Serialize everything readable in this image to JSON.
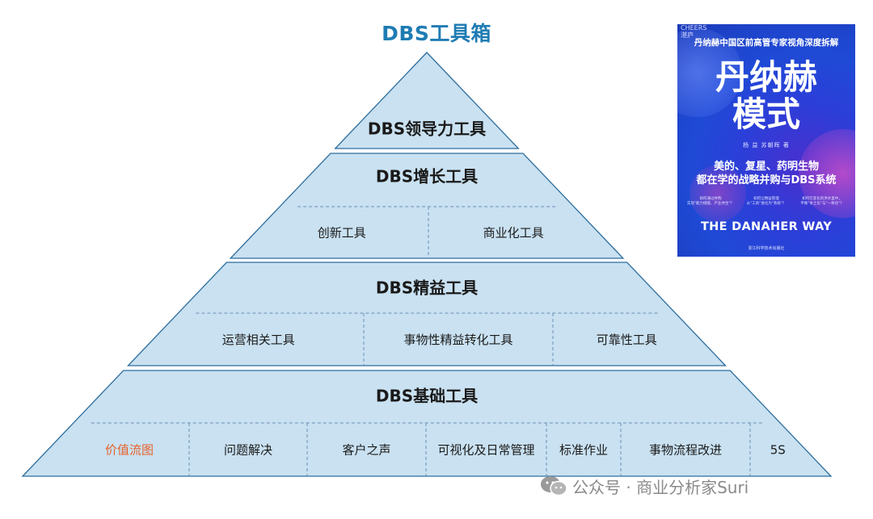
{
  "diagram": {
    "title": "DBS工具箱",
    "levels": [
      {
        "name": "DBS领导力工具",
        "items": []
      },
      {
        "name": "DBS增长工具",
        "items": [
          "创新工具",
          "商业化工具"
        ]
      },
      {
        "name": "DBS精益工具",
        "items": [
          "运营相关工具",
          "事物性精益转化工具",
          "可靠性工具"
        ]
      },
      {
        "name": "DBS基础工具",
        "items": [
          "价值流图",
          "问题解决",
          "客户之声",
          "可视化及日常管理",
          "标准作业",
          "事物流程改进",
          "5S"
        ]
      }
    ],
    "highlighted_item": "价值流图"
  },
  "colors": {
    "fill": "#c9e1f1",
    "stroke": "#2e6e9e",
    "title": "#1f7cb3",
    "text": "#1a1a1a",
    "highlight": "#e8612c",
    "divider": "#6b90b3"
  },
  "book": {
    "publisher": "CHEERS\n湛庐",
    "subtitle": "丹纳赫中国区前高管专家视角深度拆解",
    "title_line1": "丹纳赫",
    "title_line2": "模式",
    "authors": "杨 益  苏朝晖  著",
    "tagline_line1": "美的、复星、药明生物",
    "tagline_line2": "都在学的战略并购与DBS系统",
    "blurbs": [
      "如何通过并购\n实现\"能力储能、产业共生\"？",
      "如何让精益管理\n从\"工具\"进化为\"系统\"？",
      "如何在变化的洪水里中，\n平衡\"本土化\"与\"一体化\"？"
    ],
    "english_title": "THE DANAHER WAY",
    "press": "浙江科学技术出版社"
  },
  "watermark": {
    "icon": "wechat-icon",
    "text": "公众号 · 商业分析家Suri"
  }
}
